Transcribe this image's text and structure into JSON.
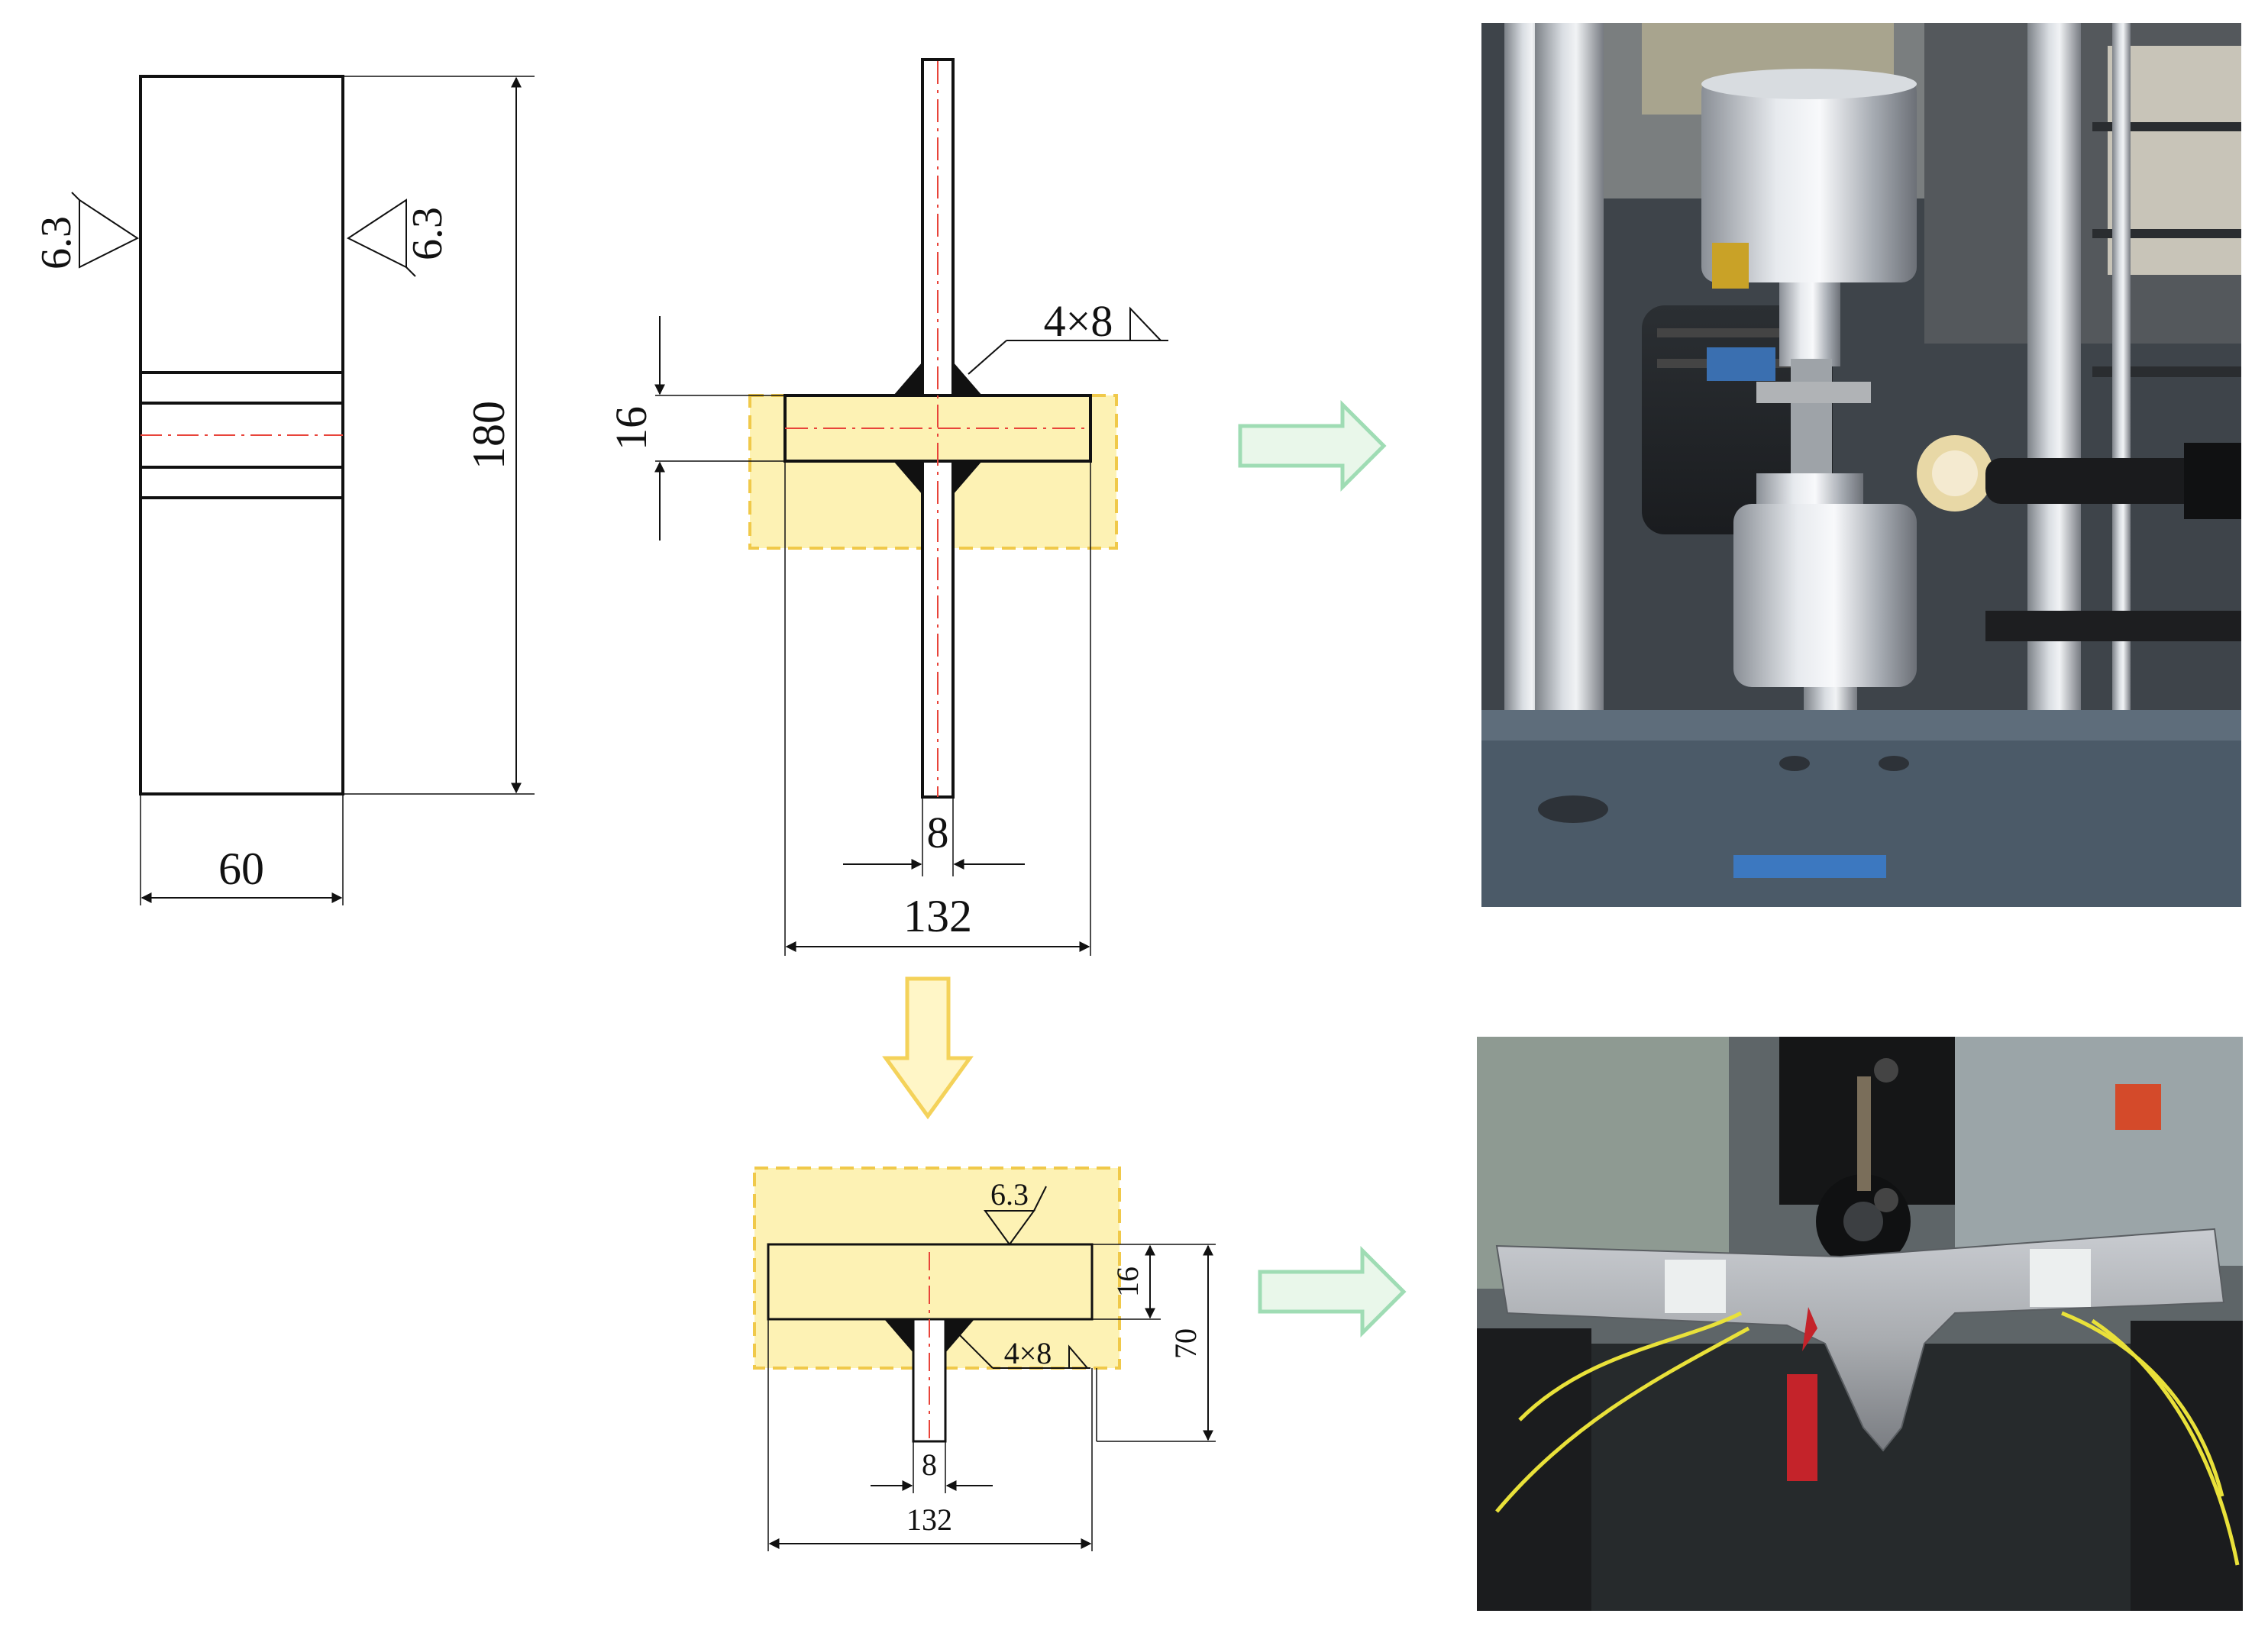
{
  "side_view": {
    "width_label": "60",
    "height_label": "180",
    "roughness_left": "6.3",
    "roughness_right": "6.3"
  },
  "cross_joint": {
    "plate_thickness_label": "16",
    "attachment_thickness_label": "8",
    "width_label": "132",
    "weld_label": "4×8"
  },
  "t_joint": {
    "roughness_label": "6.3",
    "plate_thickness_label": "16",
    "height_label": "70",
    "weld_label": "4×8",
    "attachment_thickness_label": "8",
    "width_label": "132"
  },
  "photos": {
    "top": "tensile-fatigue-test-machine-photo",
    "bottom": "three-point-bending-test-photo"
  },
  "colors": {
    "highlight_fill": "#fdf2b4",
    "highlight_border": "#f0c94a",
    "arrow_green": "#9fdcb4",
    "arrow_green_fill": "#e9f7ea",
    "arrow_yellow": "#f4d25a",
    "arrow_yellow_fill": "#fff6c7",
    "centerline": "#e8443a"
  }
}
